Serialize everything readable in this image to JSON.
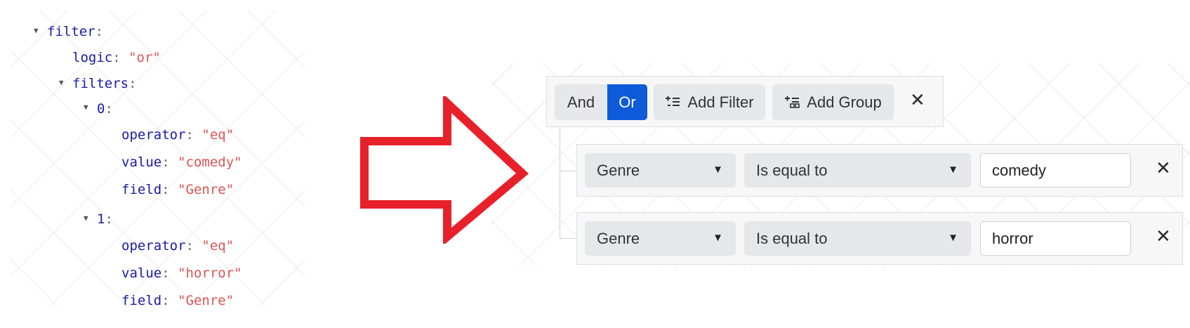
{
  "json_tree": {
    "root_key": "filter",
    "logic_key": "logic",
    "logic_value": "\"or\"",
    "filters_key": "filters",
    "items": [
      {
        "index": "0",
        "operator_key": "operator",
        "operator_value": "\"eq\"",
        "value_key": "value",
        "value_value": "\"comedy\"",
        "field_key": "field",
        "field_value": "\"Genre\""
      },
      {
        "index": "1",
        "operator_key": "operator",
        "operator_value": "\"eq\"",
        "value_key": "value",
        "value_value": "\"horror\"",
        "field_key": "field",
        "field_value": "\"Genre\""
      }
    ]
  },
  "toolbar": {
    "and_label": "And",
    "or_label": "Or",
    "add_filter_label": "Add Filter",
    "add_group_label": "Add Group",
    "close_glyph": "✕"
  },
  "filters": [
    {
      "field": "Genre",
      "operator": "Is equal to",
      "value": "comedy",
      "remove_glyph": "✕"
    },
    {
      "field": "Genre",
      "operator": "Is equal to",
      "value": "horror",
      "remove_glyph": "✕"
    }
  ],
  "colors": {
    "accent": "#0d5bd8",
    "arrow": "#e8202a",
    "json_key": "#1a1aa6",
    "json_string": "#e05252"
  }
}
